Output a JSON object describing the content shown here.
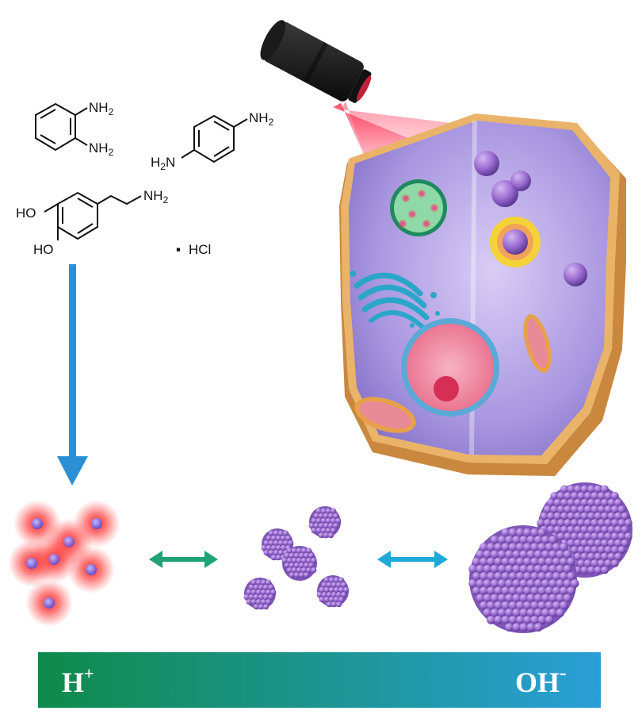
{
  "molecules": {
    "o_phenylenediamine": {
      "top_group": "NH",
      "top_sub": "2",
      "bottom_group": "NH",
      "bottom_sub": "2"
    },
    "p_phenylenediamine": {
      "left_group": "H",
      "left_sub": "2",
      "left_suffix": "N",
      "right_group": "NH",
      "right_sub": "2"
    },
    "dopamine_hcl": {
      "amine_group": "NH",
      "amine_sub": "2",
      "hydroxyl_1": "HO",
      "hydroxyl_2": "HO",
      "salt": "HCl",
      "salt_dot": "▪"
    }
  },
  "ph_bar": {
    "left_label": "H",
    "left_sup": "+",
    "right_label": "OH",
    "right_sup": "-",
    "colors": {
      "left": "#0f8a4a",
      "right": "#2a9fd8"
    }
  },
  "colors": {
    "down_arrow": "#2b8fd6",
    "arrow_left": "#1fa374",
    "arrow_right": "#1ea9d6",
    "nanoparticle": "#9b6ad0",
    "glow": "#ff2a2a",
    "cell_membrane": "#d79a4c",
    "cytoplasm": "#b8a4e6"
  },
  "icons": [
    "laser-icon",
    "cell-illustration",
    "nanoparticle-cluster",
    "double-arrow-icon"
  ]
}
